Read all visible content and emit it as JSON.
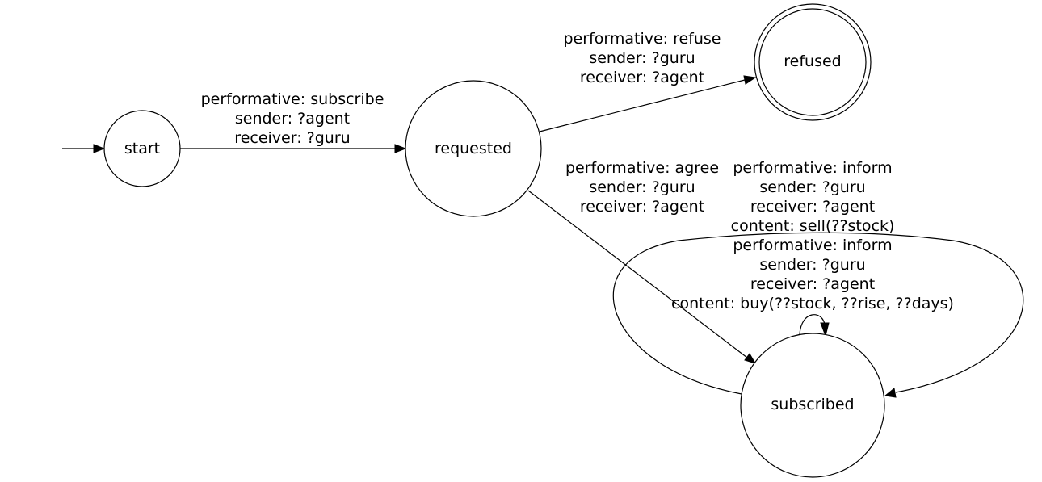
{
  "nodes": {
    "start": {
      "label": "start"
    },
    "requested": {
      "label": "requested"
    },
    "refused": {
      "label": "refused"
    },
    "subscribed": {
      "label": "subscribed"
    }
  },
  "edges": {
    "start_requested": {
      "line1": "performative: subscribe",
      "line2": "sender: ?agent",
      "line3": "receiver: ?guru"
    },
    "requested_refused": {
      "line1": "performative: refuse",
      "line2": "sender: ?guru",
      "line3": "receiver: ?agent"
    },
    "requested_subscribed": {
      "line1": "performative: agree",
      "line2": "sender: ?guru",
      "line3": "receiver: ?agent"
    },
    "subscribed_loop_sell": {
      "line1": "performative: inform",
      "line2": "sender: ?guru",
      "line3": "receiver: ?agent",
      "line4": "content: sell(??stock)"
    },
    "subscribed_loop_buy": {
      "line1": "performative: inform",
      "line2": "sender: ?guru",
      "line3": "receiver: ?agent",
      "line4": "content: buy(??stock, ??rise, ??days)"
    }
  }
}
